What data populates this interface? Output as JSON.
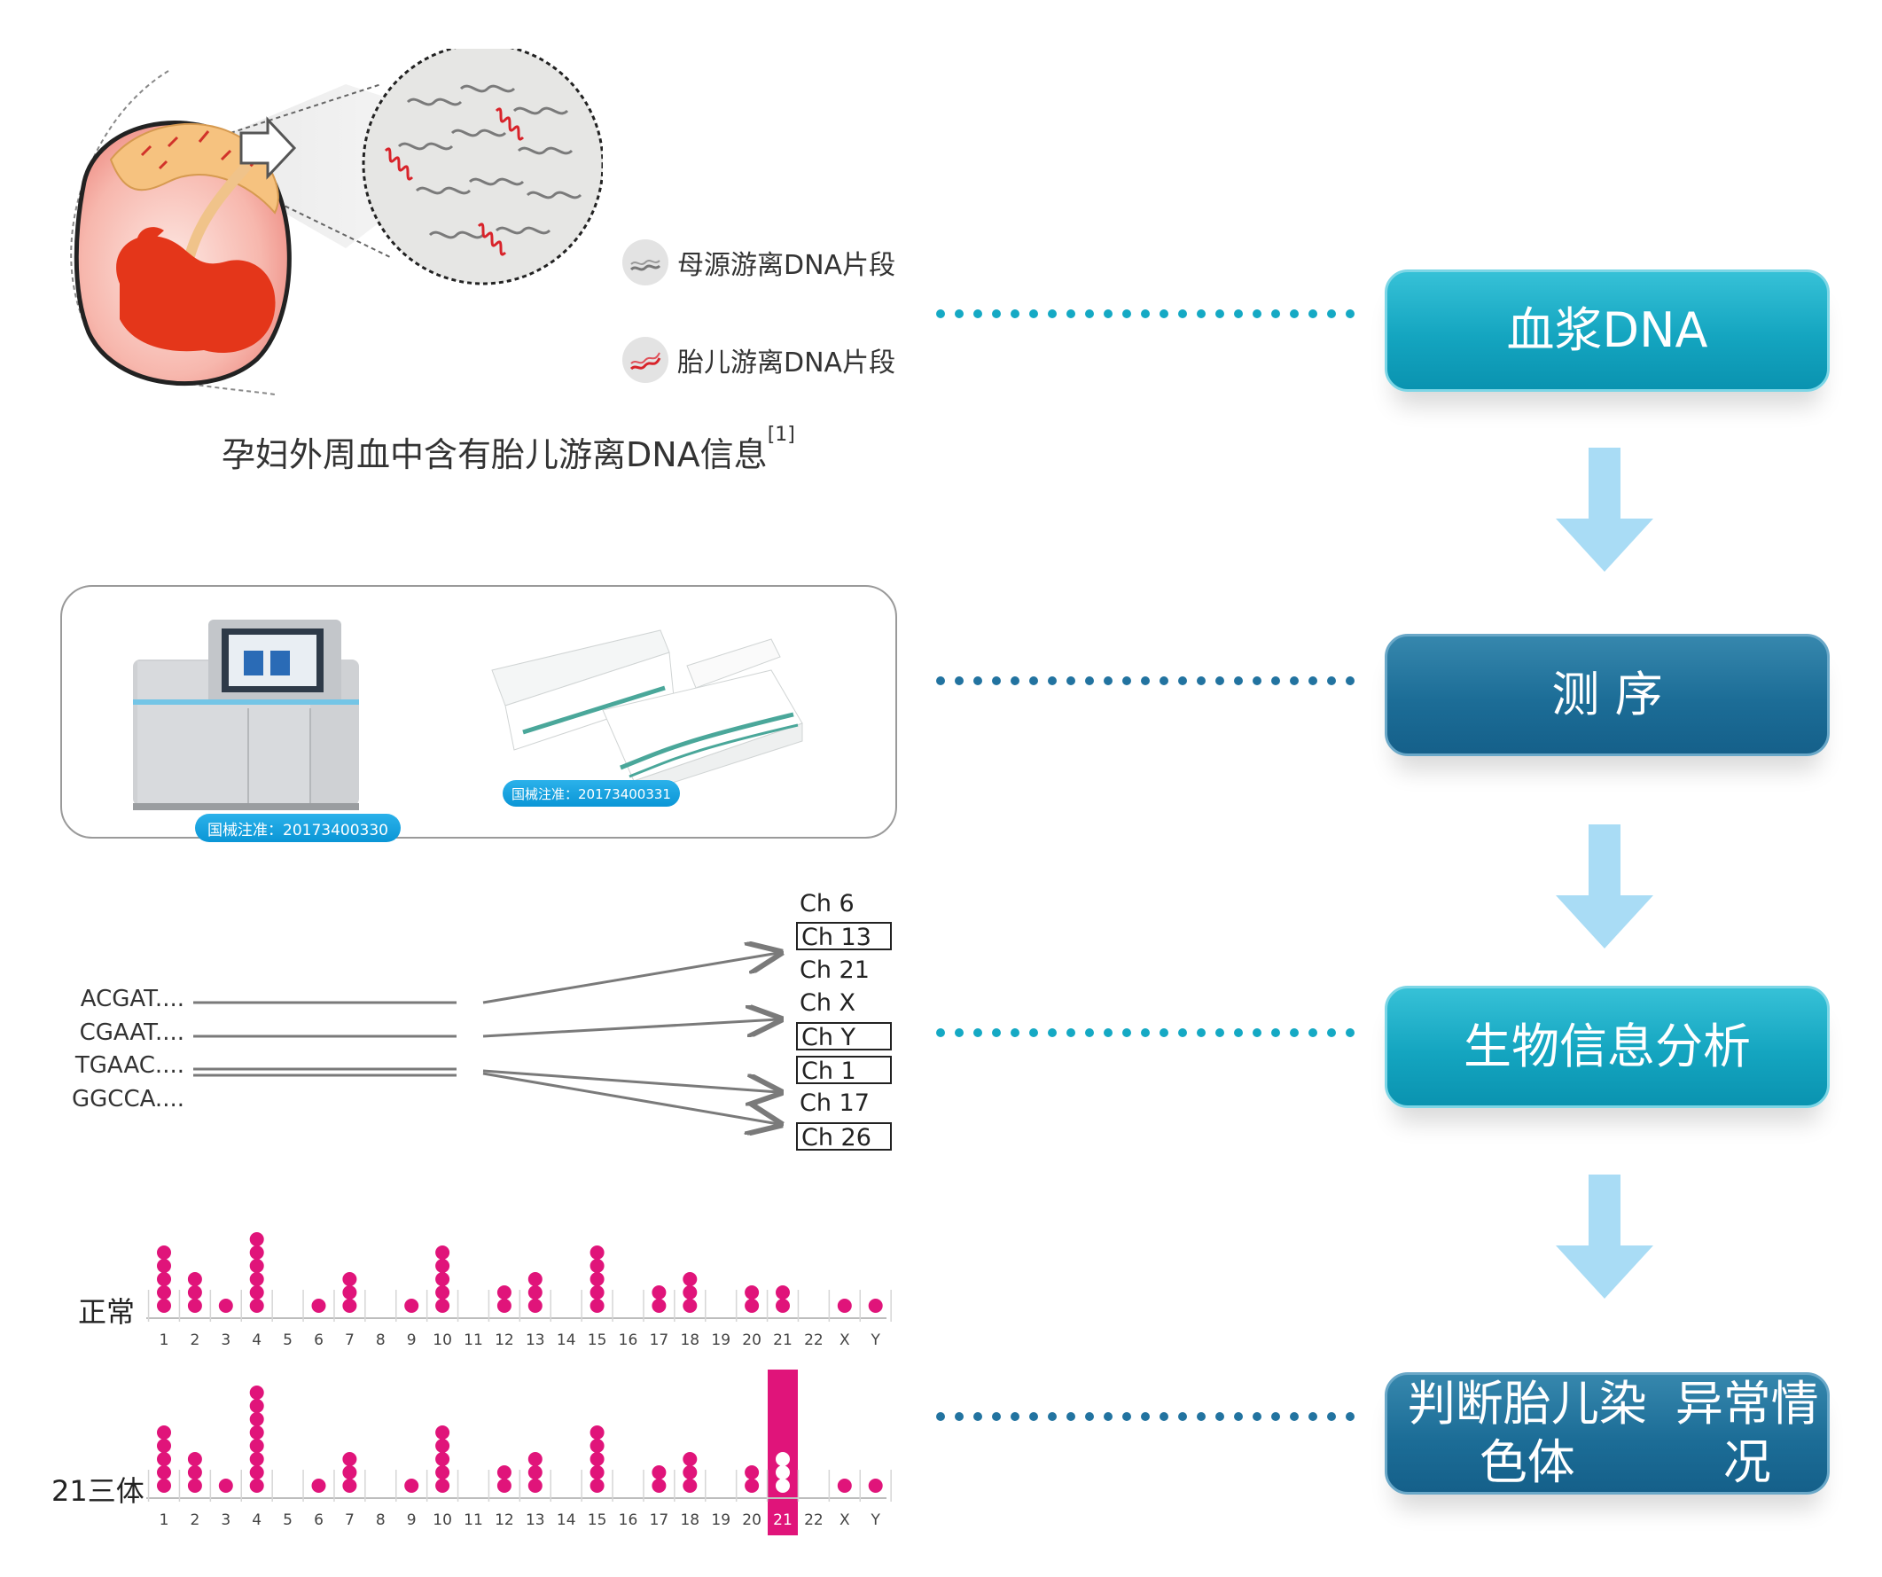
{
  "steps": [
    {
      "label": "血浆DNA",
      "color": "cyan"
    },
    {
      "label": "测 序",
      "color": "navy"
    },
    {
      "label": "生物信息分析",
      "color": "cyan"
    },
    {
      "label": "判断胎儿染色体\n异常情况",
      "color": "navy"
    }
  ],
  "legend": {
    "maternal": "母源游离DNA片段",
    "fetal": "胎儿游离DNA片段"
  },
  "caption": {
    "text": "孕妇外周血中含有胎儿游离DNA信息",
    "ref": "[1]"
  },
  "sequencing": {
    "sequencer_badge": "国械注准：20173400330",
    "kit_badge": "国械注准：20173400331"
  },
  "mapping": {
    "reads": [
      "ACGAT....",
      "CGAAT....",
      "TGAAC....",
      "GGCCA...."
    ],
    "chromosomes": [
      {
        "label": "Ch 6",
        "boxed": false
      },
      {
        "label": "Ch 13",
        "boxed": true
      },
      {
        "label": "Ch 21",
        "boxed": false
      },
      {
        "label": "Ch X",
        "boxed": false
      },
      {
        "label": "Ch Y",
        "boxed": true
      },
      {
        "label": "Ch 1",
        "boxed": true
      },
      {
        "label": "Ch 17",
        "boxed": false
      },
      {
        "label": "Ch 26",
        "boxed": true
      }
    ]
  },
  "colors": {
    "dot": "#e0147a",
    "highlight": "#e0147a",
    "dotted_cyan": "#15a9c4",
    "dotted_navy": "#2273a0",
    "flow_arrow": "#a9dcf5"
  },
  "chart_data": [
    {
      "type": "scatter",
      "title": "正常",
      "categories": [
        "1",
        "2",
        "3",
        "4",
        "5",
        "6",
        "7",
        "8",
        "9",
        "10",
        "11",
        "12",
        "13",
        "14",
        "15",
        "16",
        "17",
        "18",
        "19",
        "20",
        "21",
        "22",
        "X",
        "Y"
      ],
      "values": [
        5,
        3,
        1,
        6,
        0,
        1,
        3,
        0,
        1,
        5,
        0,
        2,
        3,
        0,
        5,
        0,
        2,
        3,
        0,
        2,
        2,
        0,
        1,
        1
      ],
      "highlight": null
    },
    {
      "type": "scatter",
      "title": "21三体",
      "categories": [
        "1",
        "2",
        "3",
        "4",
        "5",
        "6",
        "7",
        "8",
        "9",
        "10",
        "11",
        "12",
        "13",
        "14",
        "15",
        "16",
        "17",
        "18",
        "19",
        "20",
        "21",
        "22",
        "X",
        "Y"
      ],
      "values": [
        5,
        3,
        1,
        8,
        0,
        1,
        3,
        0,
        1,
        5,
        0,
        2,
        3,
        0,
        5,
        0,
        2,
        3,
        0,
        2,
        3,
        0,
        1,
        1
      ],
      "highlight": "21"
    }
  ]
}
